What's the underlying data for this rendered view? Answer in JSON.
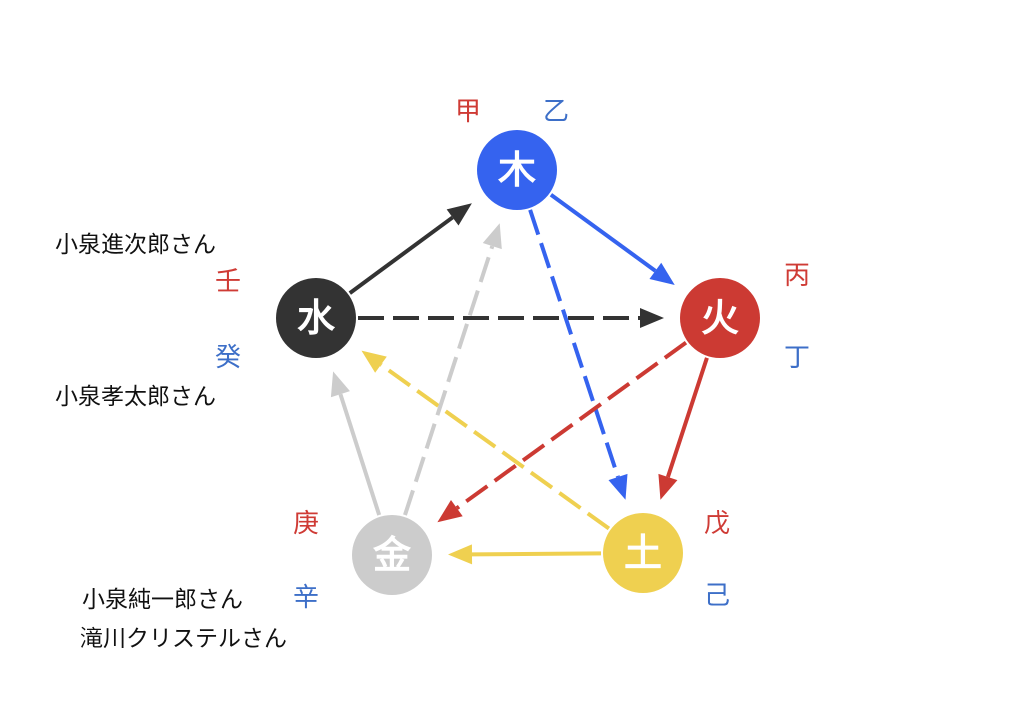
{
  "colors": {
    "red": "#cf3b35",
    "blue": "#3d6fc8",
    "wood": "#3563ef",
    "fire": "#cc3a33",
    "earth": "#efd050",
    "metal": "#cccccc",
    "water": "#333333"
  },
  "elements": [
    {
      "id": "wood",
      "char": "木",
      "color": "#3563ef",
      "stems": [
        "甲",
        "乙"
      ]
    },
    {
      "id": "fire",
      "char": "火",
      "color": "#cc3a33",
      "stems": [
        "丙",
        "丁"
      ]
    },
    {
      "id": "earth",
      "char": "土",
      "color": "#efd050",
      "stems": [
        "戊",
        "己"
      ]
    },
    {
      "id": "metal",
      "char": "金",
      "color": "#cccccc",
      "stems": [
        "庚",
        "辛"
      ]
    },
    {
      "id": "water",
      "char": "水",
      "color": "#333333",
      "stems": [
        "壬",
        "癸"
      ]
    }
  ],
  "relations": [
    {
      "from": "water",
      "to": "wood",
      "style": "solid",
      "color": "#333333"
    },
    {
      "from": "wood",
      "to": "fire",
      "style": "solid",
      "color": "#3563ef"
    },
    {
      "from": "fire",
      "to": "earth",
      "style": "solid",
      "color": "#cc3a33"
    },
    {
      "from": "earth",
      "to": "metal",
      "style": "solid",
      "color": "#efd050"
    },
    {
      "from": "metal",
      "to": "water",
      "style": "solid",
      "color": "#cccccc"
    },
    {
      "from": "water",
      "to": "fire",
      "style": "dashed",
      "color": "#333333"
    },
    {
      "from": "wood",
      "to": "earth",
      "style": "dashed",
      "color": "#3563ef"
    },
    {
      "from": "fire",
      "to": "metal",
      "style": "dashed",
      "color": "#cc3a33"
    },
    {
      "from": "earth",
      "to": "water",
      "style": "dashed",
      "color": "#efd050"
    },
    {
      "from": "metal",
      "to": "wood",
      "style": "dashed",
      "color": "#cccccc"
    }
  ],
  "people": {
    "water_yang": "小泉進次郎さん",
    "water_yin": "小泉孝太郎さん",
    "metal_1": "小泉純一郎さん",
    "metal_2": "滝川クリステルさん"
  }
}
